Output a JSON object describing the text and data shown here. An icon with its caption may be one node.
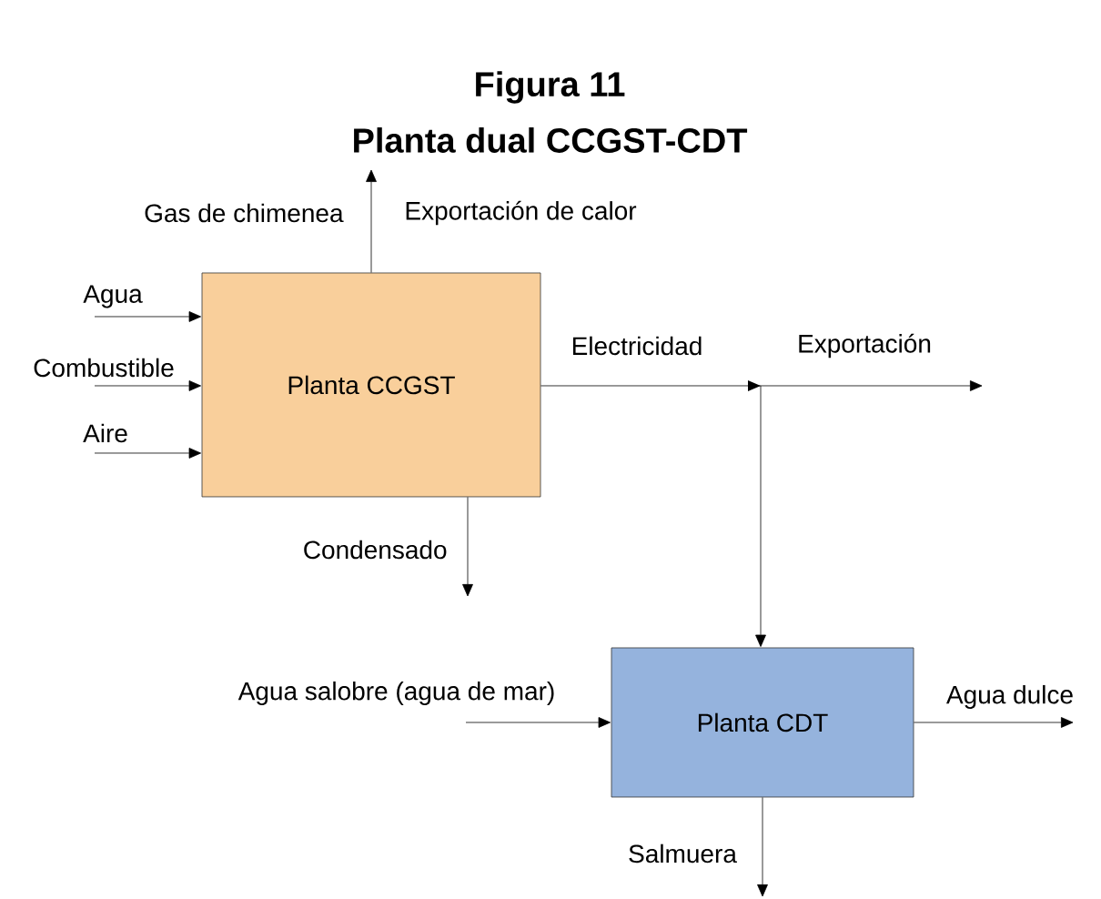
{
  "diagram": {
    "title": "Figura 11",
    "caption": "Planta dual CCGST-CDT",
    "nodes": [
      {
        "text": [
          "Planta CCGST"
        ]
      },
      {
        "text": [
          "Planta CDT"
        ]
      }
    ],
    "edges": [
      {
        "from": 0,
        "to": 1,
        "arrow": "to",
        "label": "Electricidad"
      },
      {
        "from": 0,
        "to": null,
        "arrow": "to",
        "label": "Exportación"
      },
      {
        "from": 0,
        "to": null,
        "arrow": "to",
        "label": "Gas de chimenea"
      },
      {
        "from": null,
        "to": 0,
        "arrow": "to",
        "label": "Agua"
      },
      {
        "from": null,
        "to": 0,
        "arrow": "to",
        "label": "Combustible"
      },
      {
        "from": null,
        "to": 0,
        "arrow": "to",
        "label": "Aire"
      },
      {
        "from": 0,
        "to": null,
        "arrow": "to",
        "label": "Condensado"
      },
      {
        "from": null,
        "to": 1,
        "arrow": "to",
        "label": "Agua salobre (agua de mar)"
      },
      {
        "from": 1,
        "to": null,
        "arrow": "to",
        "label": "Agua dulce"
      },
      {
        "from": 1,
        "to": null,
        "arrow": "to",
        "label": "Salmuera"
      }
    ],
    "labels": [
      "Exportación de calor"
    ]
  }
}
